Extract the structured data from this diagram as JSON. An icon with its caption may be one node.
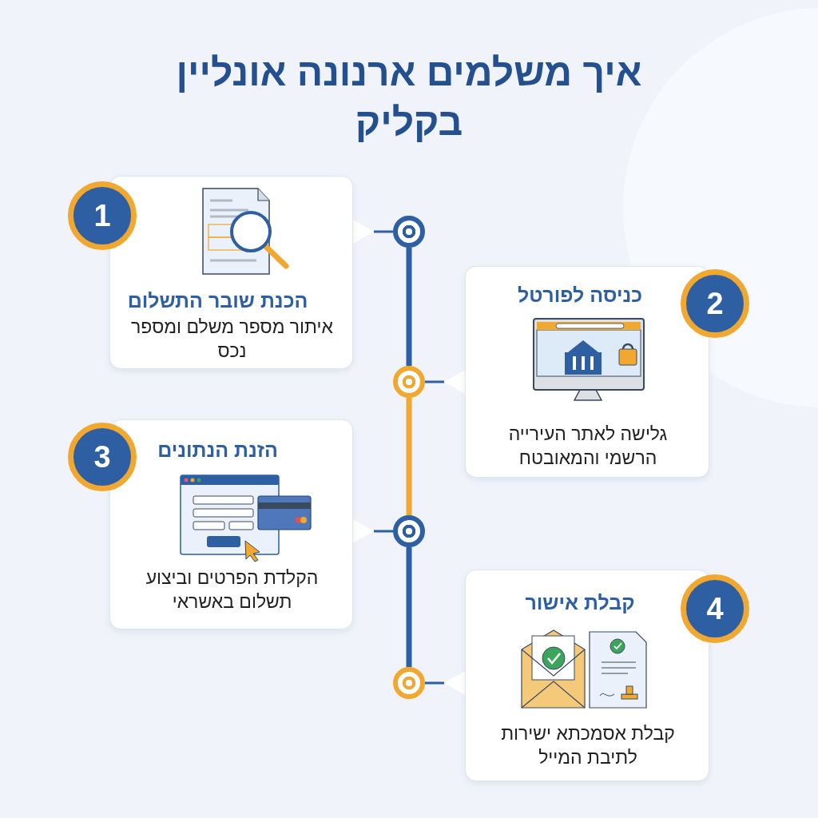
{
  "diagram": {
    "title": "איך משלמים ארנונה אונליין בקליק",
    "nodes": [
      {
        "text": [
          "1"
        ]
      },
      {
        "text": [
          "הכנת שובר התשלום",
          "איתור מספר משלם ומספר נכס"
        ]
      },
      {
        "text": [],
        "shape": "circle"
      },
      {
        "text": [
          "2"
        ]
      },
      {
        "text": [
          "כניסה לפורטל",
          "גלישה לאתר העירייה הרשמי והמאובטח"
        ]
      },
      {
        "text": [],
        "shape": "circle"
      },
      {
        "text": [
          "3"
        ]
      },
      {
        "text": [
          "הזנת הנתונים",
          "הקלדת הפרטים וביצוע תשלום באשראי"
        ]
      },
      {
        "text": [],
        "shape": "circle"
      },
      {
        "text": [
          "4"
        ]
      },
      {
        "text": [
          "קבלת אישור",
          "קבלת אסמכתא ישירות לתיבת המייל"
        ]
      },
      {
        "text": [],
        "shape": "circle"
      }
    ],
    "edges": [
      {
        "from": 2,
        "to": 5,
        "arrow": "none",
        "style": "thick"
      },
      {
        "from": 5,
        "to": 8,
        "arrow": "none",
        "style": "thick",
        "color": "#f0a830"
      },
      {
        "from": 8,
        "to": 11,
        "arrow": "none",
        "style": "thick"
      },
      {
        "from": 2,
        "to": 1,
        "arrow": "none"
      },
      {
        "from": 5,
        "to": 4,
        "arrow": "none"
      },
      {
        "from": 8,
        "to": 7,
        "arrow": "none"
      },
      {
        "from": 11,
        "to": 10,
        "arrow": "none"
      }
    ]
  }
}
